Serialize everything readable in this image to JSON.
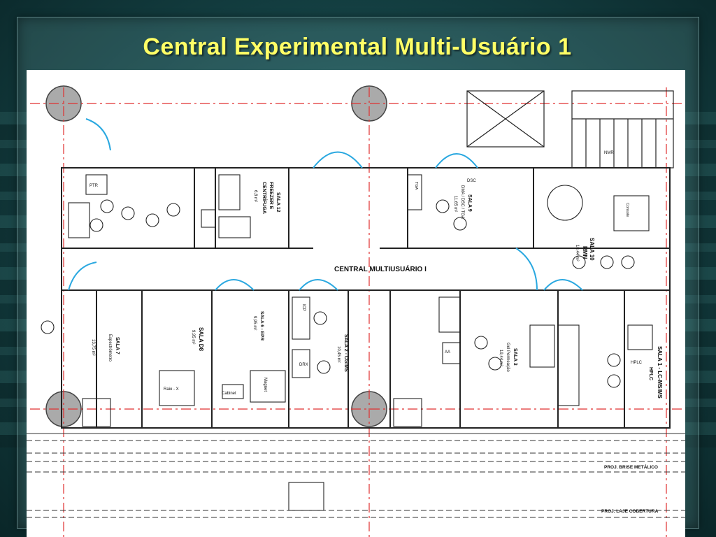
{
  "slide": {
    "title": "Central Experimental Multi-Usuário 1",
    "colors": {
      "title": "#ffff66",
      "background": "#164548",
      "axis_line": "#e03030",
      "door": "#2aa8e0"
    }
  },
  "plan": {
    "central_label": "CENTRAL MULTIUSUÁRIO I",
    "profile_metal": "PROJ. BRISE METÁLICO",
    "profile_roof": "PROJ. LAJE COBERTURA",
    "rooms": [
      {
        "name": "SALA 12",
        "line2": "FREEZER E",
        "line3": "CENTRÍFUGA",
        "area": "6,8 m²"
      },
      {
        "name": "SALA 10",
        "line2": "RMN",
        "area": "18,44 m²"
      },
      {
        "name": "SALA 9",
        "line2": "DMA / DSC / TGA",
        "area": "11,65 m²"
      },
      {
        "name": "SALA 1 - LC-MS/MS",
        "line2": "HPLC"
      },
      {
        "name": "SALA 3",
        "line2": "Gel Permeação",
        "area": "19,44 m²"
      },
      {
        "name": "SALA 2 - CG/MS",
        "area": "10,45 m²"
      },
      {
        "name": "SALA 6 - EPR",
        "area": "9,95 m²"
      },
      {
        "name": "SALA D8",
        "area": "9,95 m²"
      },
      {
        "name": "SALA 7",
        "line2": "Espectrômetro",
        "area": "13,75 m²"
      }
    ],
    "equipment": [
      "Cabinet",
      "Console",
      "Raio - X",
      "Magnet",
      "ICP",
      "DRX",
      "NMR",
      "PTR",
      "HPLC",
      "TGA",
      "DSC",
      "AA"
    ]
  }
}
